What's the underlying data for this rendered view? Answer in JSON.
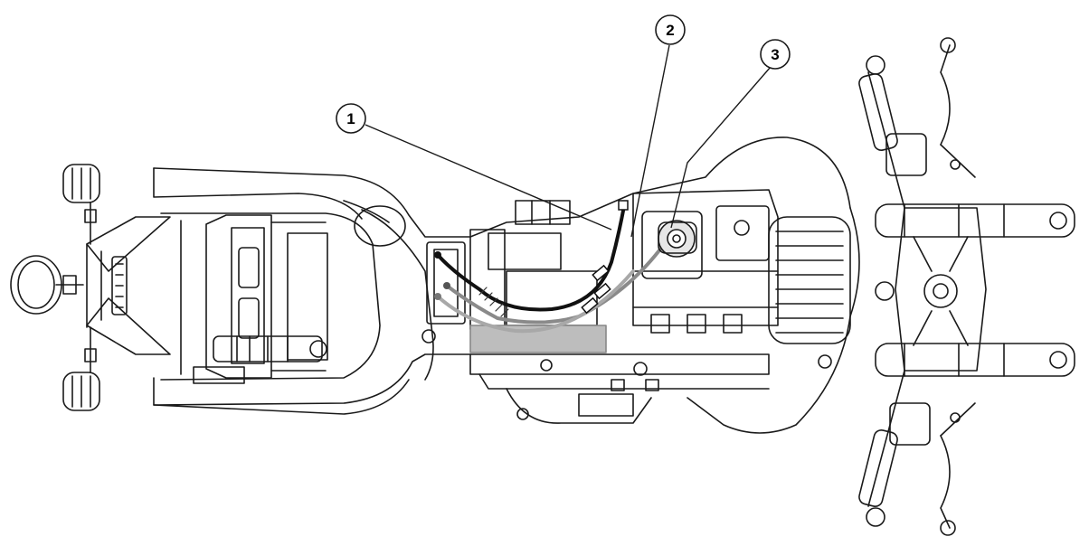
{
  "figure": {
    "callouts": [
      {
        "label": "1"
      },
      {
        "label": "2"
      },
      {
        "label": "3"
      }
    ],
    "colors": {
      "line": "#1a1a1a",
      "shade": "#bdbdbd",
      "cable": "#111111",
      "background": "#ffffff"
    }
  }
}
